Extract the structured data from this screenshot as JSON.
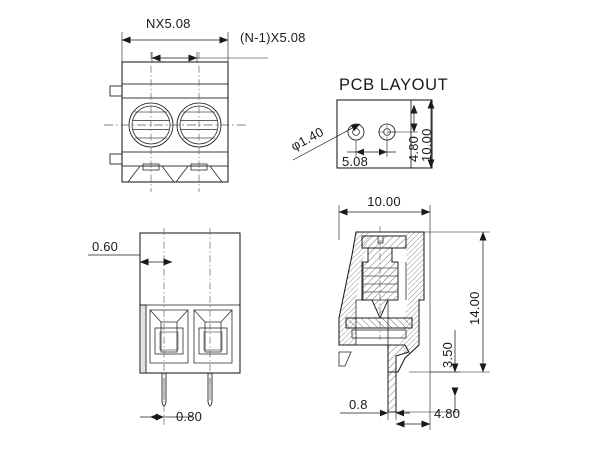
{
  "drawing": {
    "title": "Terminal block technical drawing",
    "background_color": "#ffffff",
    "line_color": "#1a1a1a"
  },
  "views": {
    "front": {
      "name": "front-view",
      "labels": {
        "pitch_total": "NX5.08",
        "pitch_span": "(N-1)X5.08"
      },
      "poles": 2
    },
    "pcb_layout": {
      "name": "pcb-layout-view",
      "title": "PCB LAYOUT",
      "labels": {
        "hole_diameter": "φ1.40",
        "hole_pitch": "5.08",
        "pad_offset": "4.80",
        "board_height": "10.00"
      },
      "holes": 2
    },
    "rear": {
      "name": "rear-view",
      "labels": {
        "wall_thickness": "0.60",
        "pin_width": "0.80"
      },
      "poles": 2
    },
    "section": {
      "name": "section-view",
      "labels": {
        "body_width": "10.00",
        "body_height": "14.00",
        "pin_length": "3.50",
        "pin_thickness": "0.8",
        "pin_offset": "4.80"
      }
    }
  },
  "dimensions_list": [
    "NX5.08",
    "(N-1)X5.08",
    "φ1.40",
    "5.08",
    "4.80",
    "10.00",
    "0.60",
    "0.80",
    "10.00",
    "14.00",
    "3.50",
    "0.8",
    "4.80"
  ]
}
